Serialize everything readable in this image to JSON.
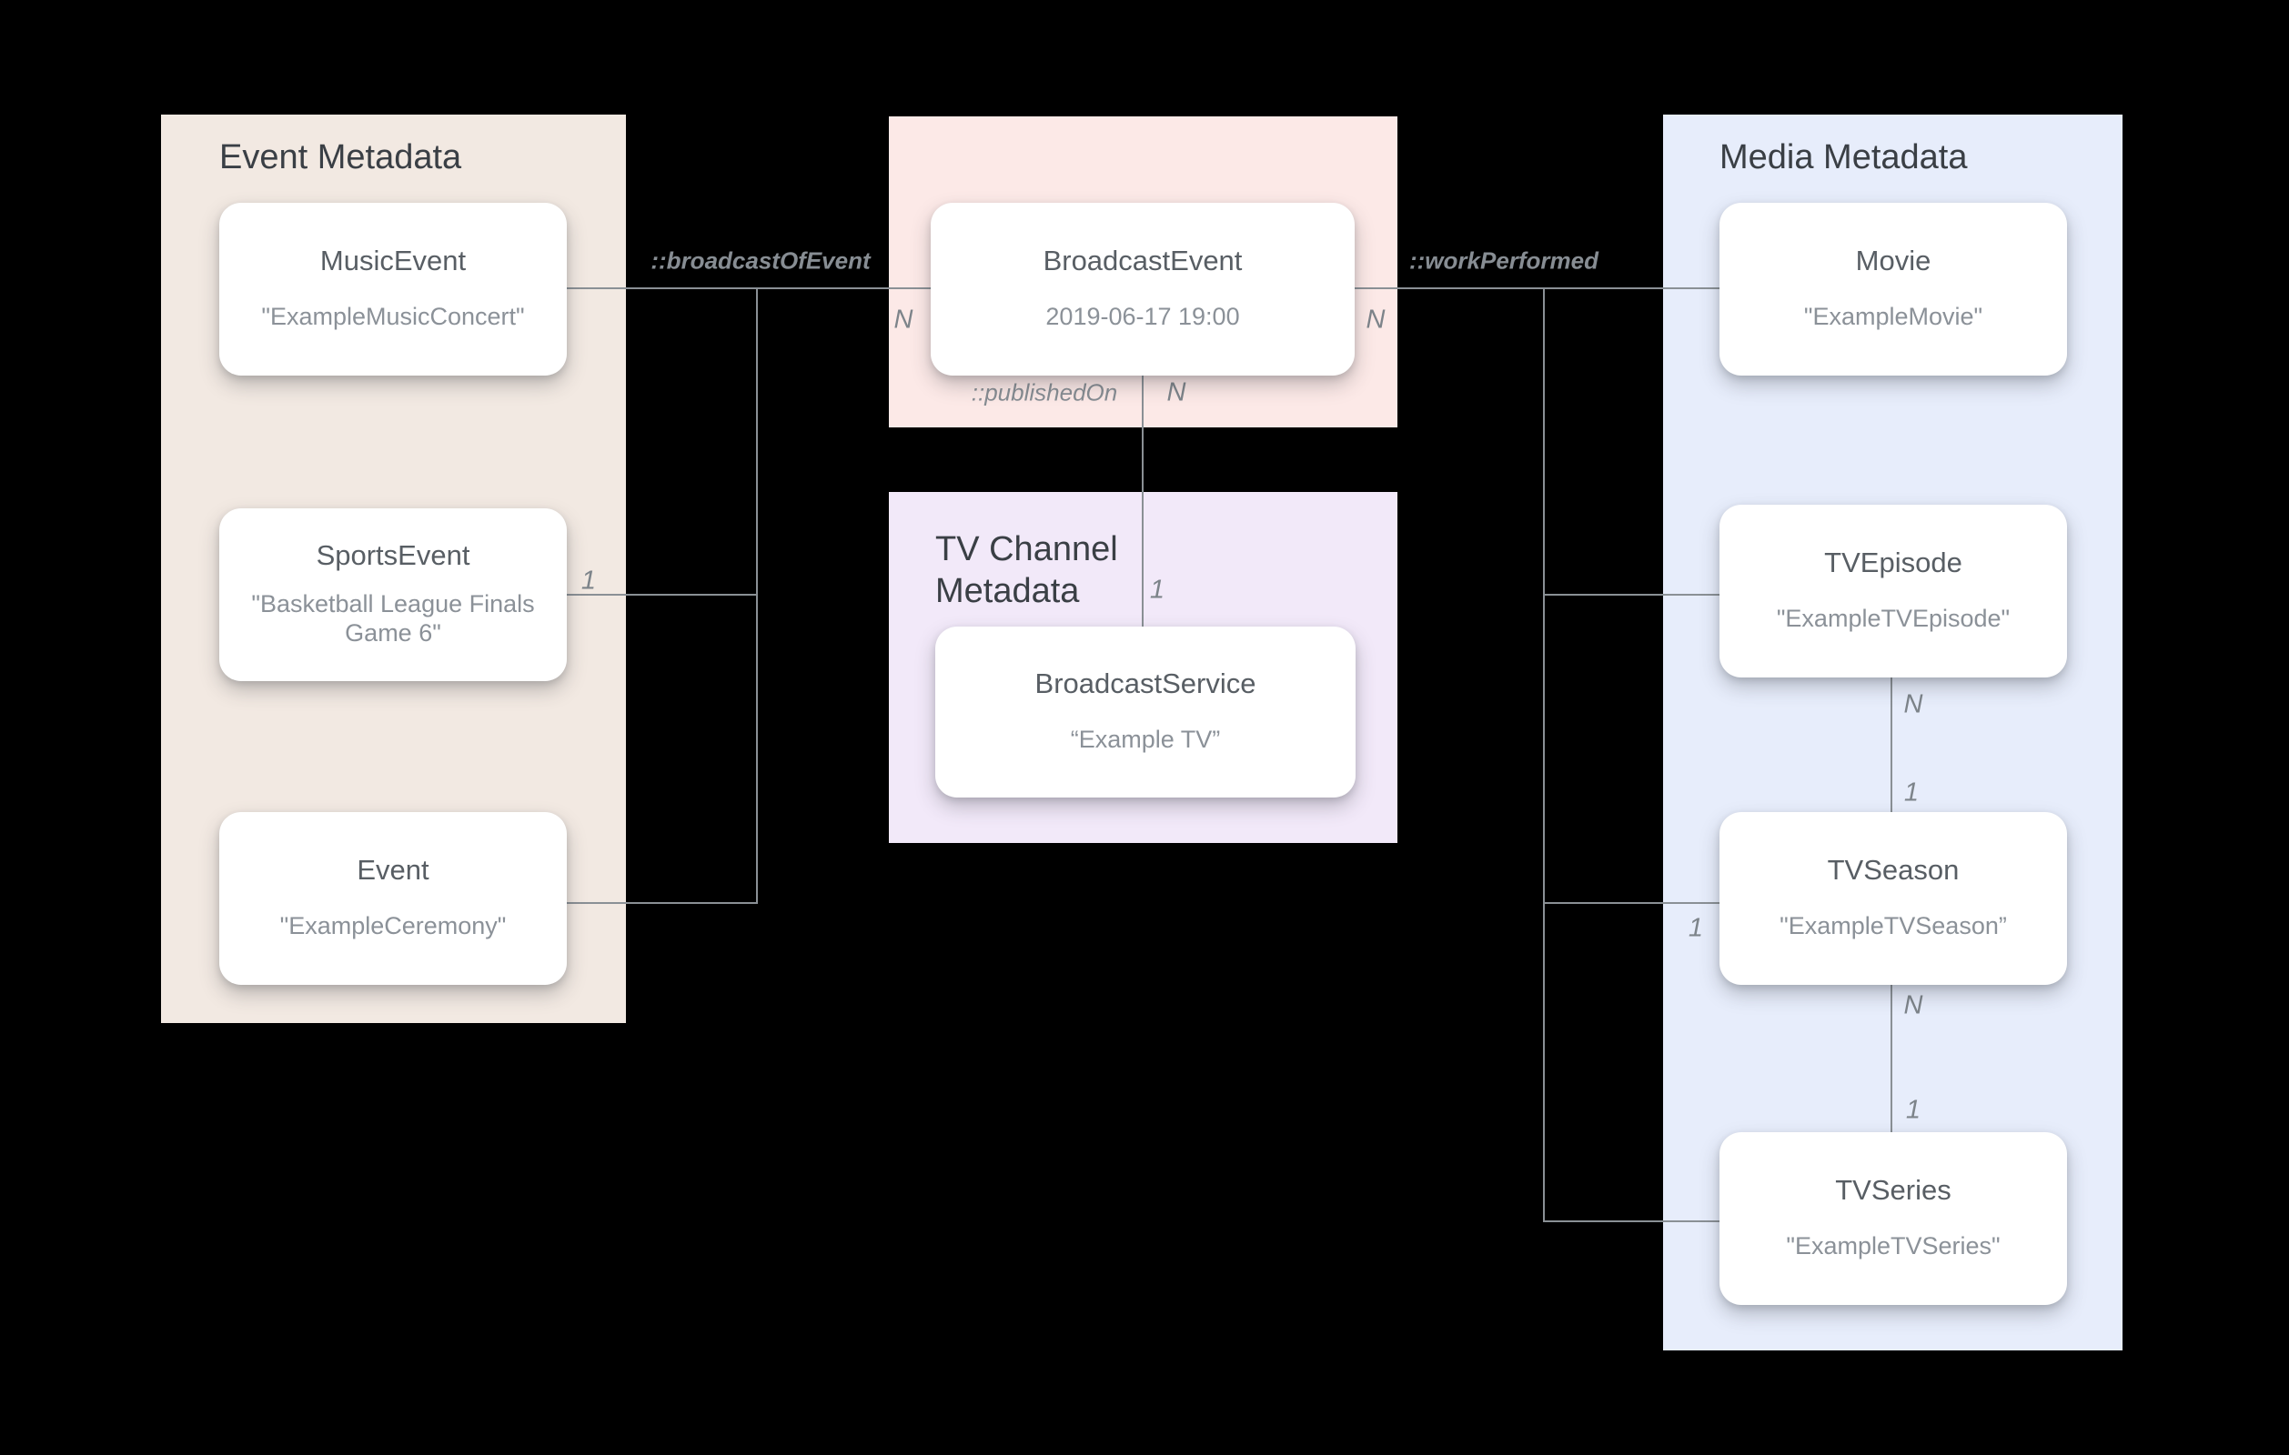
{
  "panels": {
    "event": {
      "title": "Event Metadata"
    },
    "tv_channel": {
      "title": "TV Channel Metadata"
    },
    "media": {
      "title": "Media Metadata"
    }
  },
  "nodes": {
    "music_event": {
      "title": "MusicEvent",
      "value": "\"ExampleMusicConcert\""
    },
    "sports_event": {
      "title": "SportsEvent",
      "value": "\"Basketball League Finals Game 6\""
    },
    "event": {
      "title": "Event",
      "value": "\"ExampleCeremony\""
    },
    "broadcast_event": {
      "title": "BroadcastEvent",
      "value": "2019-06-17 19:00"
    },
    "broadcast_service": {
      "title": "BroadcastService",
      "value": "“Example TV”"
    },
    "movie": {
      "title": "Movie",
      "value": "\"ExampleMovie\""
    },
    "tv_episode": {
      "title": "TVEpisode",
      "value": "\"ExampleTVEpisode\""
    },
    "tv_season": {
      "title": "TVSeason",
      "value": "\"ExampleTVSeason”"
    },
    "tv_series": {
      "title": "TVSeries",
      "value": "\"ExampleTVSeries\""
    }
  },
  "relations": {
    "broadcast_of_event": "::broadcastOfEvent",
    "work_performed": "::workPerformed",
    "published_on": "::publishedOn"
  },
  "cardinalities": {
    "broadcast_of_event_n": "N",
    "work_performed_n": "N",
    "published_on_n": "N",
    "published_on_1": "1",
    "sports_event_1": "1",
    "tv_season_1": "1",
    "episode_season_n": "N",
    "episode_season_1": "1",
    "season_series_n": "N",
    "season_series_1": "1"
  },
  "colors": {
    "background": "#000000",
    "event_panel": "#f2e9e2",
    "broadcast_panel": "#fce9e7",
    "tv_channel_panel": "#f2e9f9",
    "media_panel": "#e7edfb",
    "node_bg": "#ffffff",
    "line": "#8a9095",
    "panel_title_text": "#3a3f45",
    "node_title_text": "#585e64",
    "node_value_text": "#8b9198",
    "relation_label_text": "#878d93"
  }
}
